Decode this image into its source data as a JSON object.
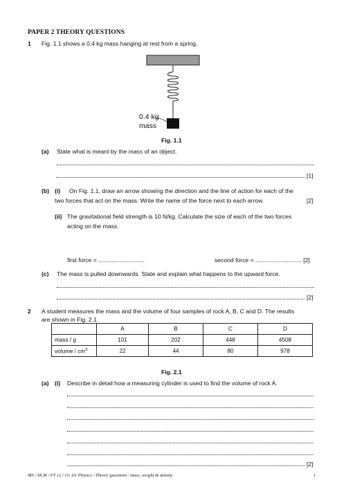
{
  "header": {
    "title": "PAPER 2 THEORY QUESTIONS"
  },
  "q1": {
    "number": "1",
    "intro": "Fig. 1.1 shows a 0.4 kg mass hanging at rest from a spring.",
    "fig_label_mass_value": "0.4 kg",
    "fig_label_mass_word": "mass",
    "fig_caption": "Fig. 1.1",
    "a": {
      "label": "(a)",
      "text_prefix": "State what is meant by the ",
      "text_italic": "mass",
      "text_suffix": " of an object.",
      "marks": "[1]"
    },
    "b": {
      "label": "(b)",
      "i_label": "(i)",
      "i_line1": "On Fig. 1.1, draw an arrow showing the direction and the line of action for each of the",
      "i_line2": "two forces that act on the mass. Write the name of the force next to each arrow.",
      "i_marks": "[2]",
      "ii_label": "(ii)",
      "ii_line1": "The gravitational field strength is 10 N/kg. Calculate the size of each of the two forces",
      "ii_line2": "acting on the mass.",
      "first_force": "first force = ............................",
      "second_force": "second force = ............................ [2]"
    },
    "c": {
      "label": "(c)",
      "text": "The mass is pulled downwards. State and explain what happens to the upward force.",
      "marks": "[2]"
    }
  },
  "q2": {
    "number": "2",
    "intro_line1": "A student measures the mass and the volume of four samples of rock A, B, C and D. The results",
    "intro_line2": "are shown in Fig. 2.1.",
    "table": {
      "headers": [
        "A",
        "B",
        "C",
        "D"
      ],
      "rows": [
        {
          "label": "mass / g",
          "values": [
            "101",
            "202",
            "448",
            "4508"
          ]
        },
        {
          "label": "volume / cm",
          "sup": "3",
          "values": [
            "22",
            "44",
            "80",
            "978"
          ]
        }
      ]
    },
    "fig_caption": "Fig. 2.1",
    "a": {
      "label": "(a)",
      "i_label": "(i)",
      "i_text": "Describe in detail how a measuring cylinder is used to find the volume of rock A.",
      "marks": "[2]"
    }
  },
  "footer": {
    "left": "MS / Sh.M / FT 12 / Gr 10/ Physics / Theory questions / mass, weight & density",
    "page": "1"
  }
}
